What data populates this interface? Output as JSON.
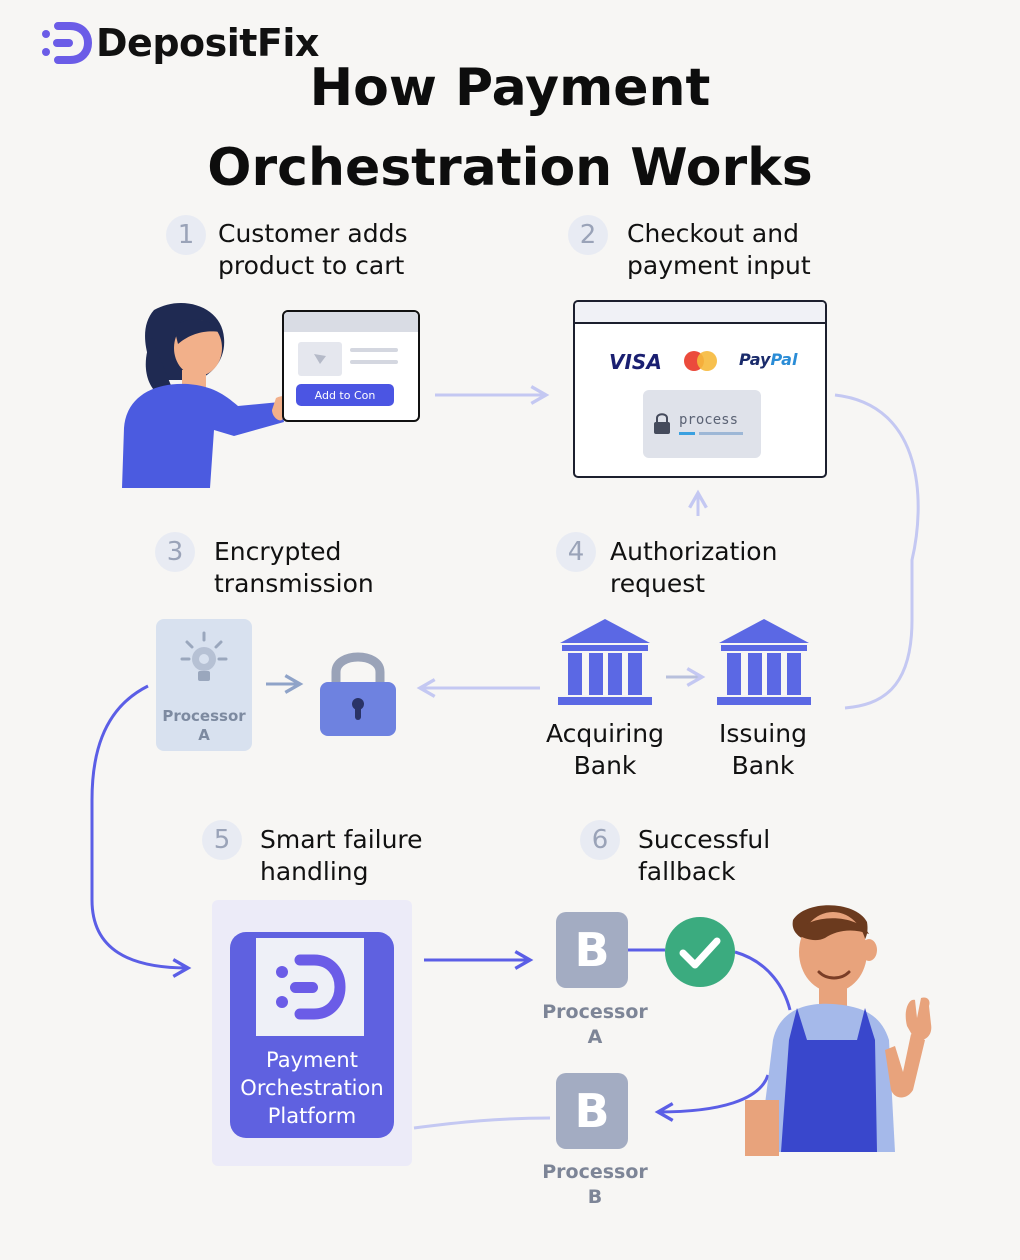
{
  "brand": {
    "name": "DepositFix"
  },
  "title": {
    "line1": "How Payment",
    "line2": "Orchestration Works"
  },
  "steps": [
    {
      "number": "1",
      "line1": "Customer adds",
      "line2": "product to cart"
    },
    {
      "number": "2",
      "line1": "Checkout and",
      "line2": "payment input"
    },
    {
      "number": "3",
      "line1": "Encrypted",
      "line2": "transmission"
    },
    {
      "number": "4",
      "line1": "Authorization",
      "line2": "request"
    },
    {
      "number": "5",
      "line1": "Smart failure",
      "line2": "handling"
    },
    {
      "number": "6",
      "line1": "Successful",
      "line2": "fallback"
    }
  ],
  "cart": {
    "button_label": "Add to Con"
  },
  "checkout": {
    "visa": "VISA",
    "paypal_a": "Pay",
    "paypal_b": "Pal",
    "process_label": "process"
  },
  "processor_a_tile": {
    "line1": "Processor",
    "line2": "A"
  },
  "banks": {
    "acquiring": {
      "line1": "Acquiring",
      "line2": "Bank"
    },
    "issuing": {
      "line1": "Issuing",
      "line2": "Bank"
    }
  },
  "platform": {
    "line1": "Payment",
    "line2": "Orchestration",
    "line3": "Platform"
  },
  "processors": [
    {
      "letter": "B",
      "line1": "Processor",
      "line2": "A"
    },
    {
      "letter": "B",
      "line1": "Processor",
      "line2": "B"
    }
  ],
  "colors": {
    "accent": "#5b5ee6",
    "brand_purple": "#6b5ce7",
    "connector": "#c4c8f2",
    "success": "#3bab7f",
    "tile_gray": "#a3acc2"
  }
}
